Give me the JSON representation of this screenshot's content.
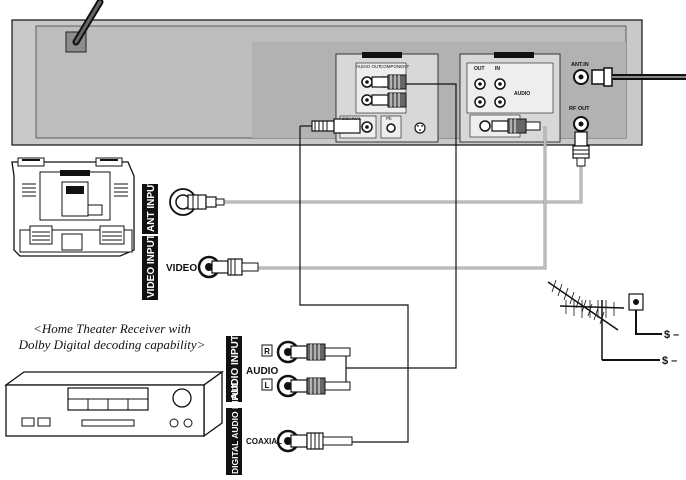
{
  "vcr": {
    "terminal_group_left": "",
    "audio_out_label": "AUDIO OUT",
    "component_label": "COMPONENT",
    "coaxial_label": "COAXIAL",
    "pb_label": "Pb",
    "group_right": "",
    "out_label": "OUT",
    "in_label": "IN",
    "audio_label": "AUDIO",
    "ant_in_label": "ANT.IN",
    "rf_out_label": "RF OUT"
  },
  "tv": {
    "ant_input_label": "ANT INPUT",
    "video_input_label": "VIDEO INPUT",
    "video_text": "VIDEO"
  },
  "receiver": {
    "caption_line1": "<Home Theater Receiver with",
    "caption_line2": "Dolby Digital decoding capability>",
    "audio_input_label": "AUDIO INPUT",
    "audio_text": "AUDIO",
    "right_channel": "R",
    "left_channel": "L",
    "digital_audio_input_label": "DIGITAL AUDIO INPUT",
    "coaxial_text": "COAXIAL"
  },
  "antenna": {
    "symbol_upper": "$ –",
    "symbol_lower": "$ –"
  },
  "colors": {
    "panel": "#c9c9c9",
    "panel_inner": "#b7b7b7",
    "cable": "#999999",
    "line": "#111111"
  }
}
